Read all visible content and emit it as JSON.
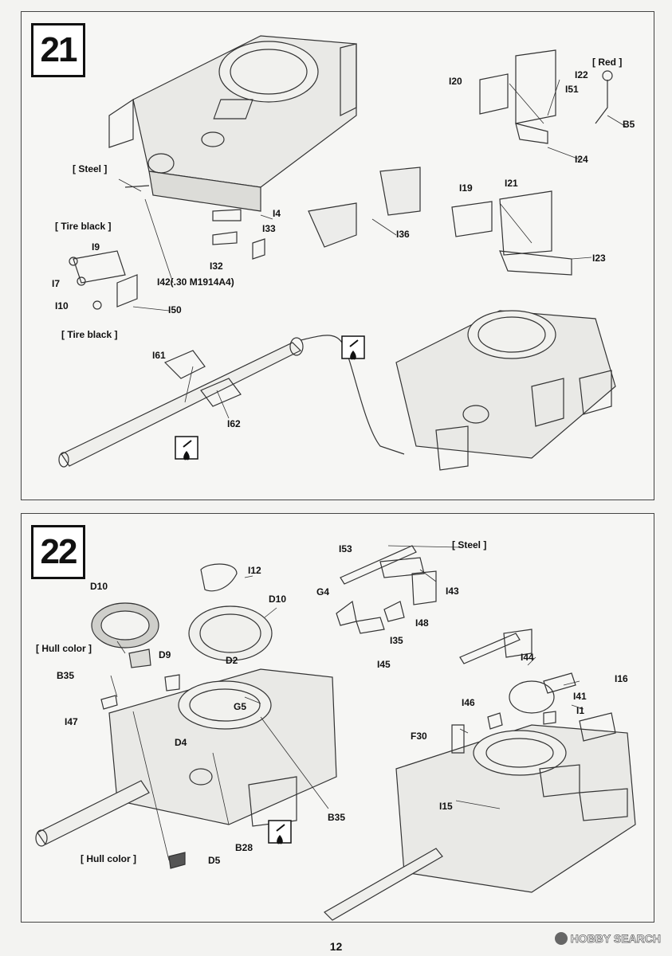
{
  "page_number": "12",
  "watermark": "HOBBY SEARCH",
  "steps": [
    {
      "number": "21",
      "labels": {
        "steel": "[ Steel ]",
        "tire_black_top": "[ Tire black ]",
        "tire_black_bottom": "[ Tire black ]",
        "red": "[ Red ]",
        "i20": "I20",
        "i22": "I22",
        "i51": "I51",
        "b5": "B5",
        "i24": "I24",
        "i19": "I19",
        "i21": "I21",
        "i23": "I23",
        "i4": "I4",
        "i33": "I33",
        "i36": "I36",
        "i32": "I32",
        "i9": "I9",
        "i7": "I7",
        "i10": "I10",
        "i42": "I42(.30 M1914A4)",
        "i50": "I50",
        "i61": "I61",
        "i62": "I62"
      }
    },
    {
      "number": "22",
      "labels": {
        "steel": "[ Steel ]",
        "hull_color_top": "[ Hull color ]",
        "hull_color_bottom": "[ Hull color ]",
        "i53": "I53",
        "i43": "I43",
        "g4": "G4",
        "i48": "I48",
        "i35": "I35",
        "i45": "I45",
        "d10_left": "D10",
        "i12": "I12",
        "d10_right": "D10",
        "d2": "D2",
        "d9": "D9",
        "b35_left": "B35",
        "i47": "I47",
        "g5": "G5",
        "d4": "D4",
        "b35_right": "B35",
        "b28": "B28",
        "d5": "D5",
        "i44": "I44",
        "i16": "I16",
        "i41": "I41",
        "i46": "I46",
        "i1": "I1",
        "f30": "F30",
        "i15": "I15"
      }
    }
  ]
}
